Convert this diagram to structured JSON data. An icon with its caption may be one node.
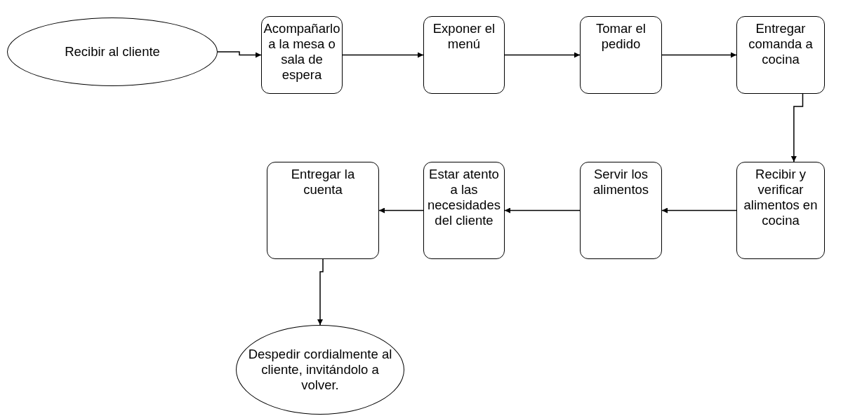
{
  "diagram": {
    "nodes": [
      {
        "text": [
          "Recibir al cliente"
        ]
      },
      {
        "text": [
          "Acompañarlo a la mesa o sala de espera"
        ]
      },
      {
        "text": [
          "Exponer el menú"
        ]
      },
      {
        "text": [
          "Tomar el pedido"
        ]
      },
      {
        "text": [
          "Entregar comanda a cocina"
        ]
      },
      {
        "text": [
          "Recibir y verificar alimentos en cocina"
        ]
      },
      {
        "text": [
          "Servir los alimentos"
        ]
      },
      {
        "text": [
          "Estar atento a las necesidades del cliente"
        ]
      },
      {
        "text": [
          "Entregar la cuenta"
        ]
      },
      {
        "text": [
          "Despedir cordialmente al cliente, invitándolo a volver."
        ]
      }
    ],
    "edges": [
      {
        "from": 0,
        "to": 1,
        "arrow": "to"
      },
      {
        "from": 1,
        "to": 2,
        "arrow": "to"
      },
      {
        "from": 2,
        "to": 3,
        "arrow": "to"
      },
      {
        "from": 3,
        "to": 4,
        "arrow": "to"
      },
      {
        "from": 4,
        "to": 5,
        "arrow": "to"
      },
      {
        "from": 5,
        "to": 6,
        "arrow": "to"
      },
      {
        "from": 6,
        "to": 7,
        "arrow": "to"
      },
      {
        "from": 7,
        "to": 8,
        "arrow": "to"
      },
      {
        "from": 8,
        "to": 9,
        "arrow": "to"
      }
    ]
  }
}
